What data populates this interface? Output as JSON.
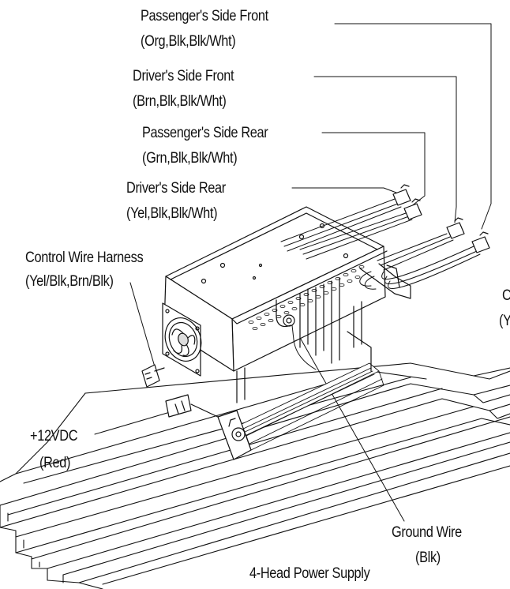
{
  "labels": {
    "passenger_side_front": "Passenger's Side Front",
    "passenger_side_front_wires": "(Org,Blk,Blk/Wht)",
    "driver_side_front": "Driver's Side Front",
    "driver_side_front_wires": "(Brn,Blk,Blk/Wht)",
    "passenger_side_rear": "Passenger's Side Rear",
    "passenger_side_rear_wires": "(Grn,Blk,Blk/Wht)",
    "driver_side_rear": "Driver's Side Rear",
    "driver_side_rear_wires": "(Yel,Blk,Blk/Wht)",
    "control_wire_harness": "Control Wire Harness",
    "control_wire_harness_wires": "(Yel/Blk,Brn/Blk)",
    "power_12vdc": "+12VDC",
    "power_12vdc_wire": "(Red)",
    "ground_wire": "Ground Wire",
    "ground_wire_color": "(Blk)",
    "cropped_label_line1": "C",
    "cropped_label_line2": "(Y",
    "caption": "4-Head Power Supply"
  }
}
